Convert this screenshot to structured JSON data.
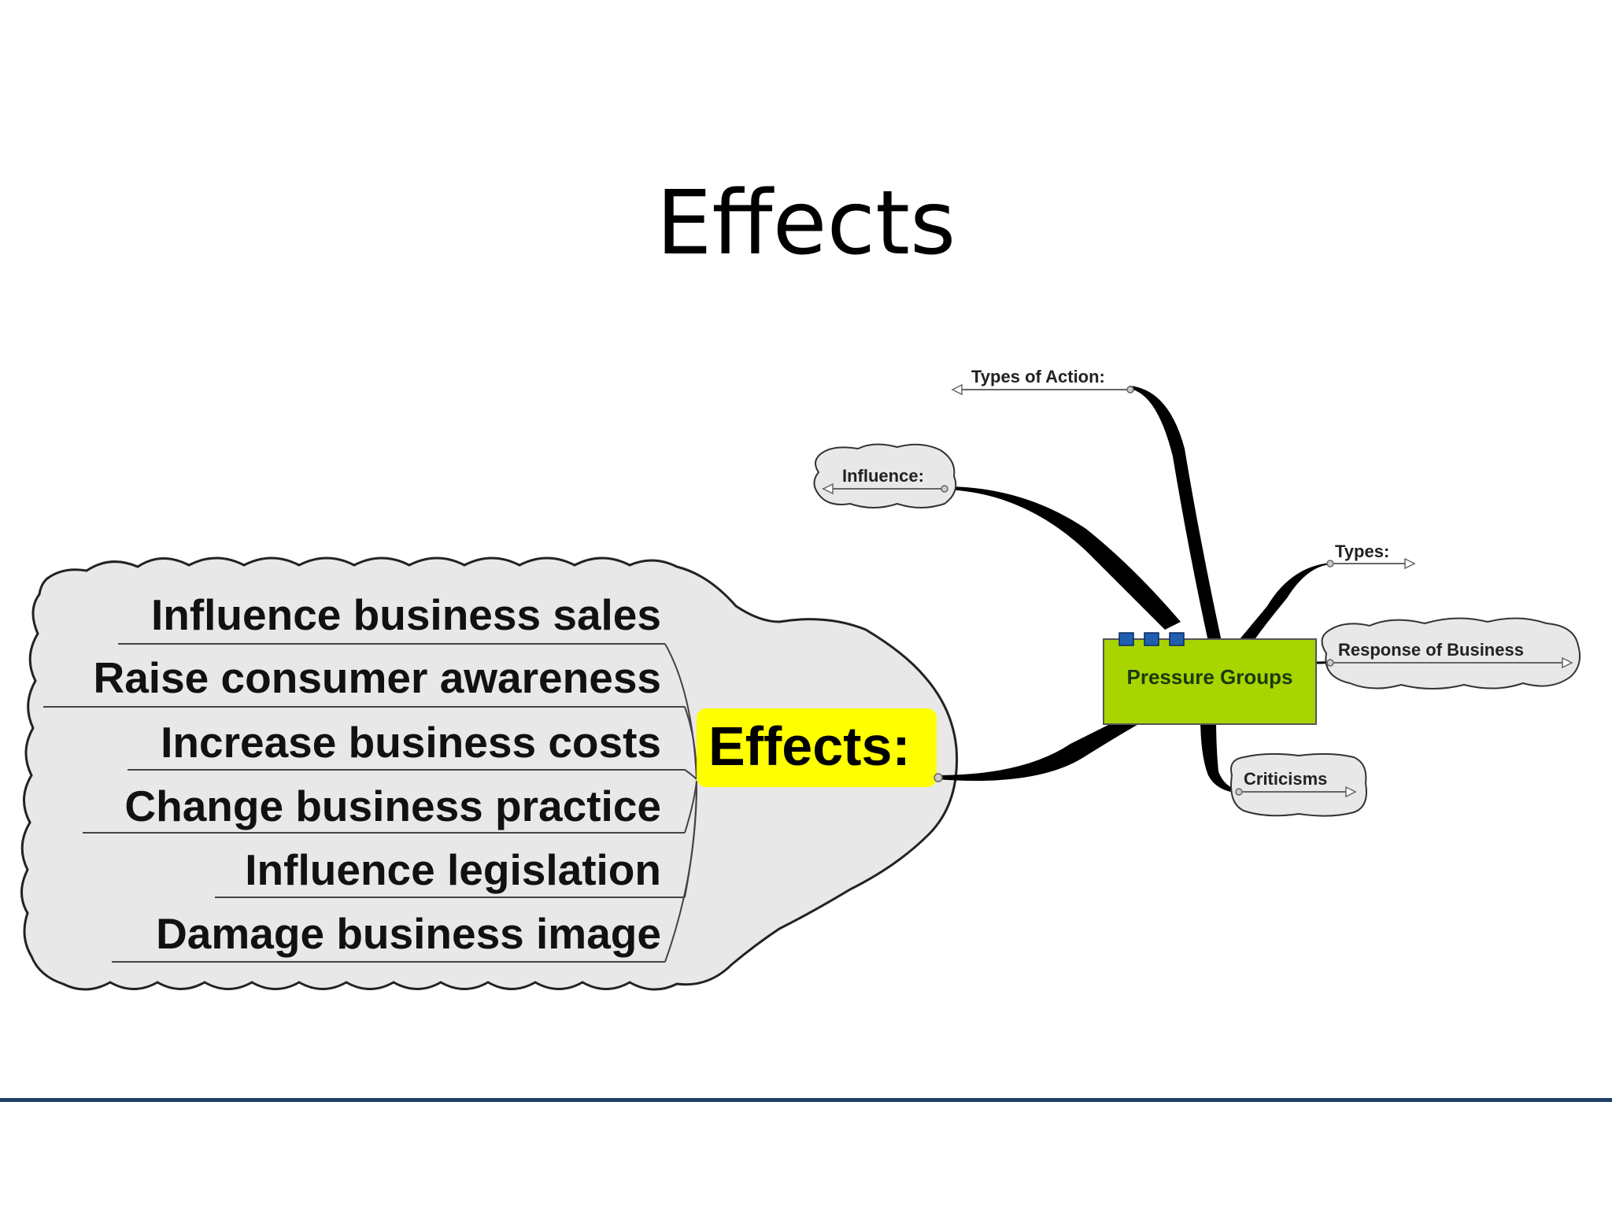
{
  "title": "Effects",
  "central_node": {
    "label": "Pressure Groups",
    "color": "#a8d400"
  },
  "effects_node": {
    "label": "Effects:",
    "highlight": "#ffff00"
  },
  "effects_items": [
    "Influence business sales",
    "Raise consumer awareness",
    "Increase business costs",
    "Change business practice",
    "Influence legislation",
    "Damage business image"
  ],
  "branches": {
    "types_of_action": "Types of Action:",
    "influence": "Influence:",
    "types": "Types:",
    "response_of_business": "Response of Business",
    "criticisms": "Criticisms"
  },
  "colors": {
    "footer_line": "#1f3f66",
    "cloud_fill": "#e8e8e8",
    "marker": "#1f5fb0"
  }
}
